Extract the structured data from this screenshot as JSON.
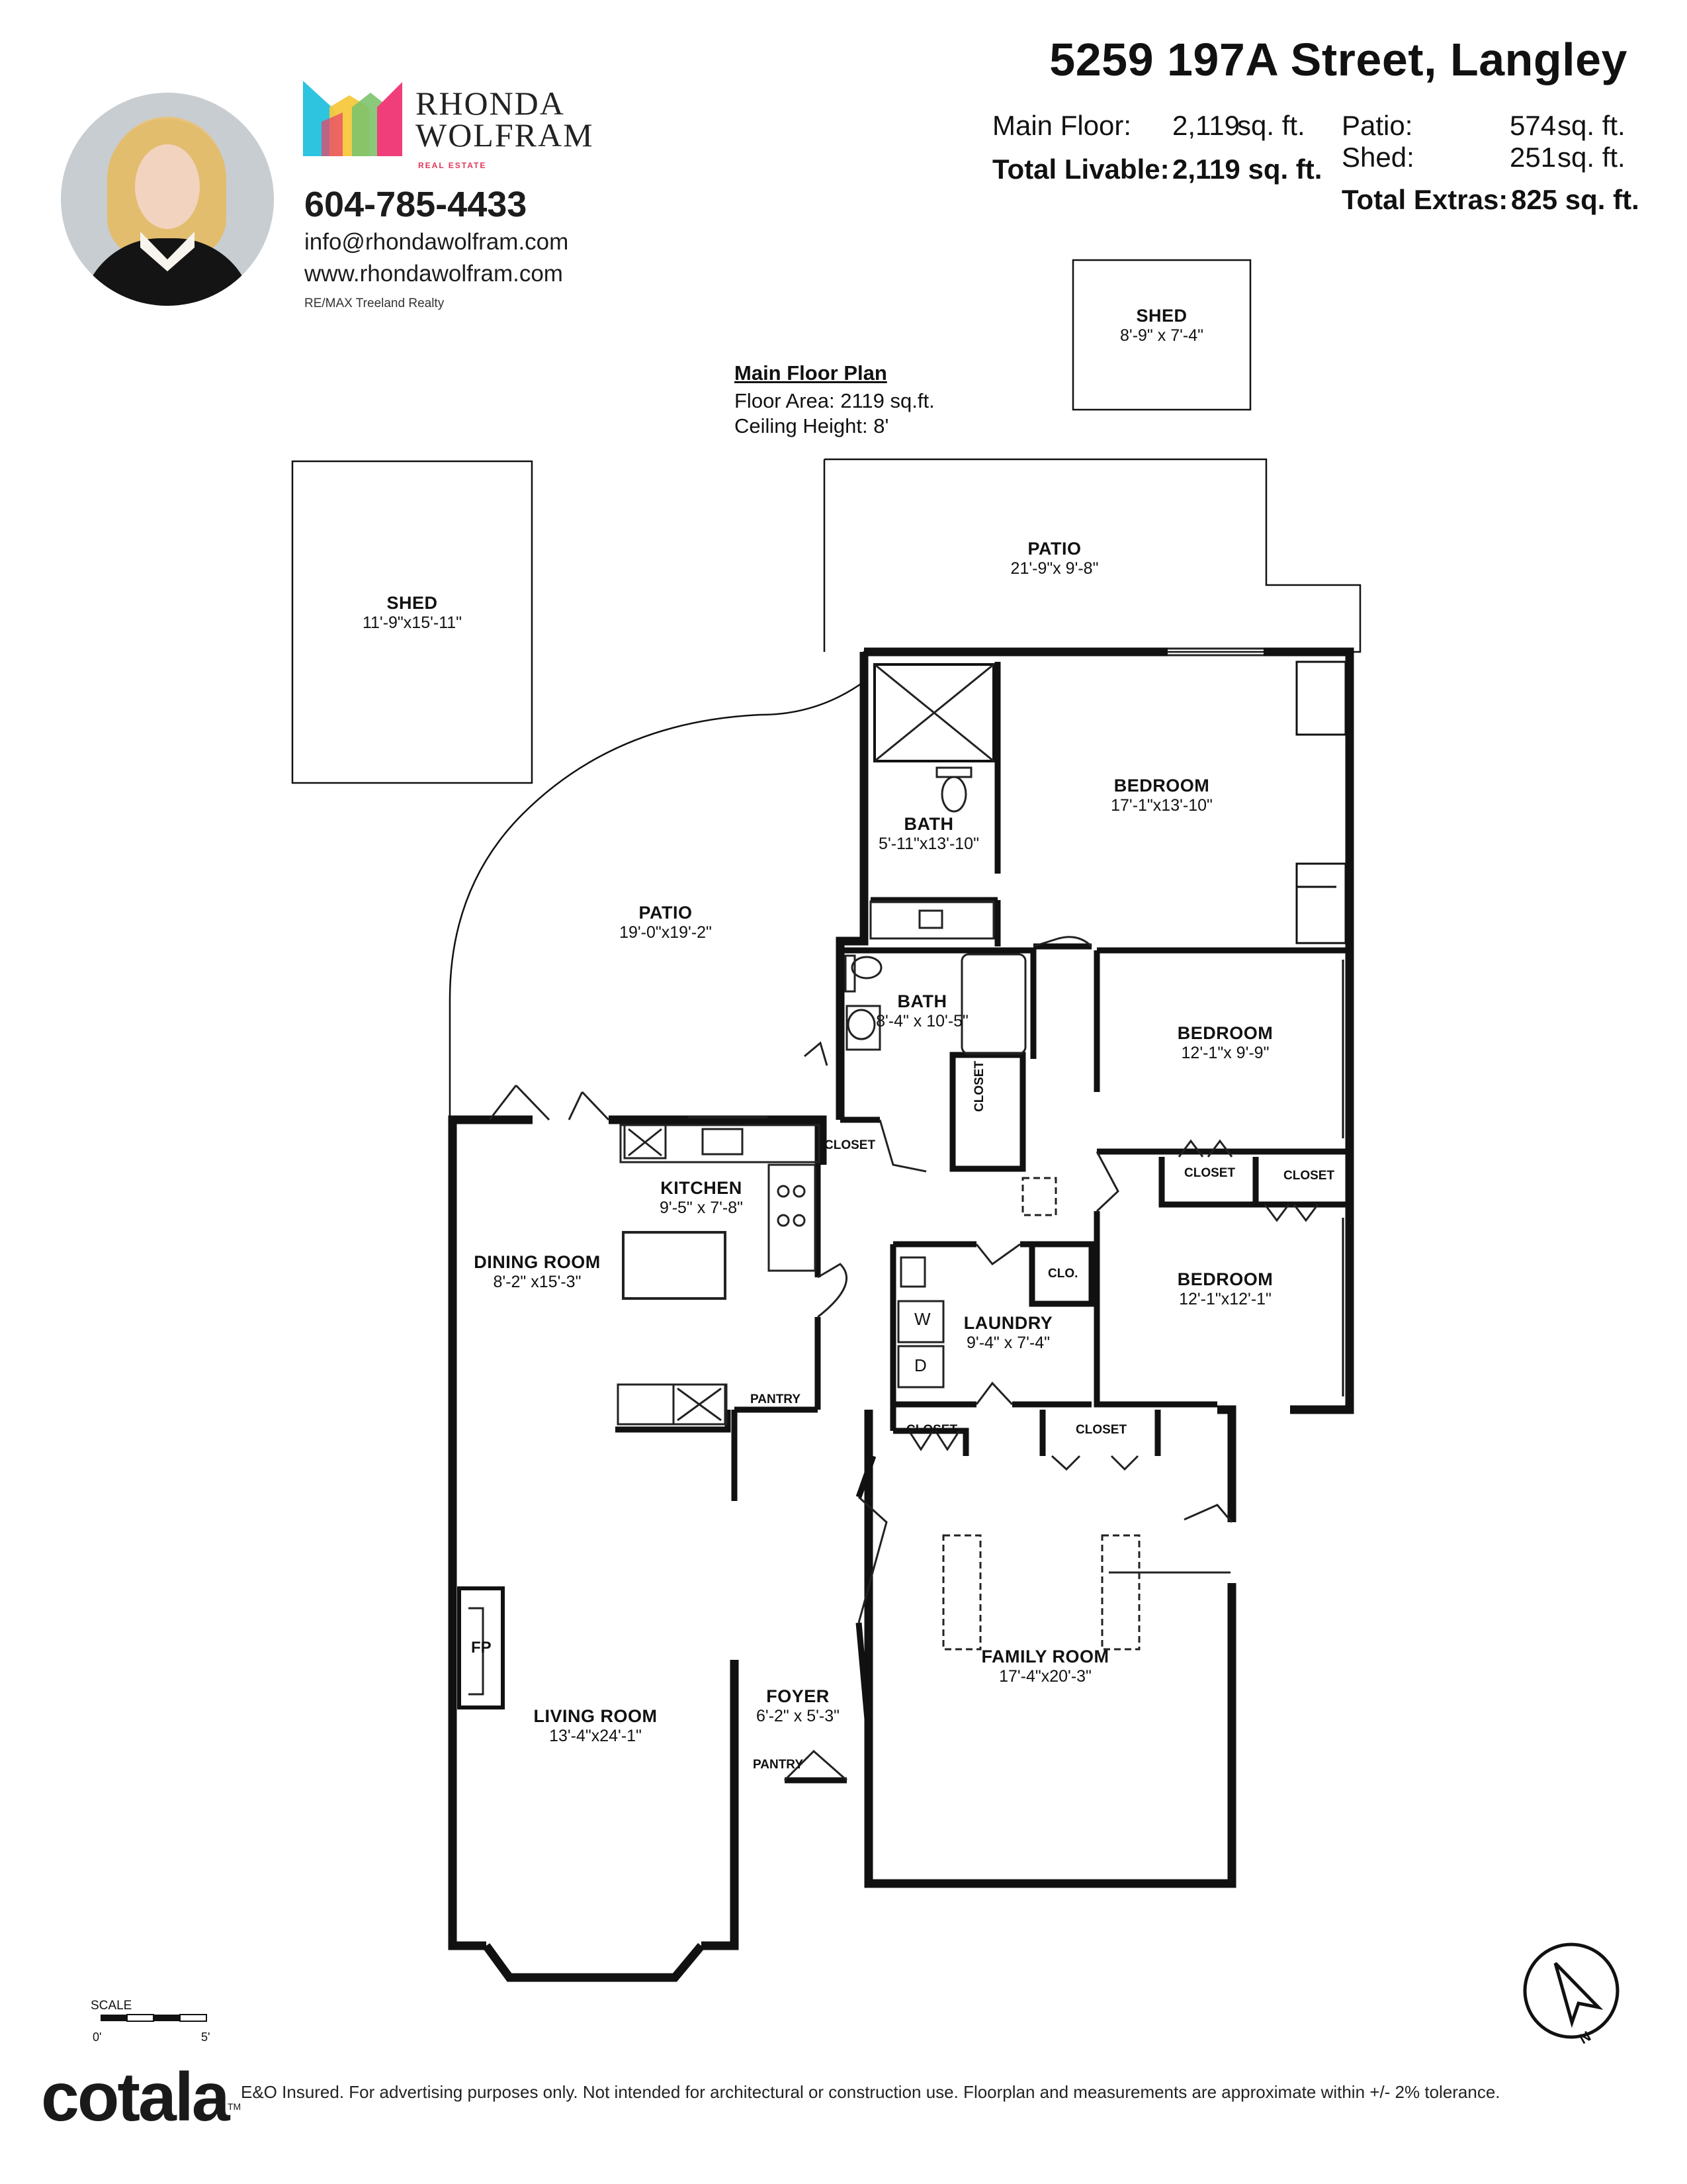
{
  "header": {
    "address": "5259 197A Street, Langley",
    "main_floor_label": "Main Floor:",
    "main_floor_value": "2,119",
    "main_floor_unit": "sq. ft.",
    "total_livable_label": "Total Livable:",
    "total_livable_value": "2,119 sq. ft.",
    "patio_label": "Patio:",
    "patio_value": "574",
    "patio_unit": "sq. ft.",
    "shed_label": "Shed:",
    "shed_value": "251",
    "shed_unit": "sq. ft.",
    "total_extras_label": "Total Extras:",
    "total_extras_value": "825 sq. ft."
  },
  "agent": {
    "brand_line1": "RHONDA",
    "brand_line2": "WOLFRAM",
    "brand_sub": "REAL ESTATE",
    "phone": "604-785-4433",
    "email": "info@rhondawolfram.com",
    "website": "www.rhondawolfram.com",
    "brokerage": "RE/MAX Treeland Realty"
  },
  "plan": {
    "title": "Main Floor Plan",
    "floor_area": "Floor Area: 2119 sq.ft.",
    "ceiling_height": "Ceiling Height: 8'"
  },
  "rooms": {
    "shed_small": {
      "name": "SHED",
      "dim": "8'-9\" x  7'-4\""
    },
    "shed_large": {
      "name": "SHED",
      "dim": "11'-9\"x15'-11\""
    },
    "patio_top": {
      "name": "PATIO",
      "dim": "21'-9\"x  9'-8\""
    },
    "patio_left": {
      "name": "PATIO",
      "dim": "19'-0\"x19'-2\""
    },
    "bedroom_primary": {
      "name": "BEDROOM",
      "dim": "17'-1\"x13'-10\""
    },
    "bath_ensuite": {
      "name": "BATH",
      "dim": "5'-11\"x13'-10\""
    },
    "bath_main": {
      "name": "BATH",
      "dim": "8'-4\" x 10'-5\""
    },
    "bedroom_2": {
      "name": "BEDROOM",
      "dim": "12'-1\"x  9'-9\""
    },
    "bedroom_3": {
      "name": "BEDROOM",
      "dim": "12'-1\"x12'-1\""
    },
    "kitchen": {
      "name": "KITCHEN",
      "dim": "9'-5\" x  7'-8\""
    },
    "dining": {
      "name": "DINING ROOM",
      "dim": "8'-2\" x15'-3\""
    },
    "laundry": {
      "name": "LAUNDRY",
      "dim": "9'-4\" x  7'-4\""
    },
    "family": {
      "name": "FAMILY ROOM",
      "dim": "17'-4\"x20'-3\""
    },
    "living": {
      "name": "LIVING ROOM",
      "dim": "13'-4\"x24'-1\""
    },
    "foyer": {
      "name": "FOYER",
      "dim": "6'-2\" x  5'-3\""
    }
  },
  "small_labels": {
    "closet": "CLOSET",
    "clo": "CLO.",
    "pantry": "PANTRY",
    "fp": "FP",
    "washer": "W",
    "dryer": "D",
    "north": "N"
  },
  "footer": {
    "logo": "cotala",
    "tm": "TM",
    "disclaimer": "E&O Insured. For advertising purposes only. Not intended for architectural or construction use. Floorplan and measurements are approximate within +/- 2% tolerance.",
    "scale_label": "SCALE",
    "scale_zero": "0'",
    "scale_five": "5'"
  },
  "colors": {
    "brand_teal": "#2ec4e0",
    "brand_pink": "#f03e7a",
    "brand_yellow": "#f6c83d",
    "brand_green": "#7dc36c",
    "wall": "#111111"
  }
}
